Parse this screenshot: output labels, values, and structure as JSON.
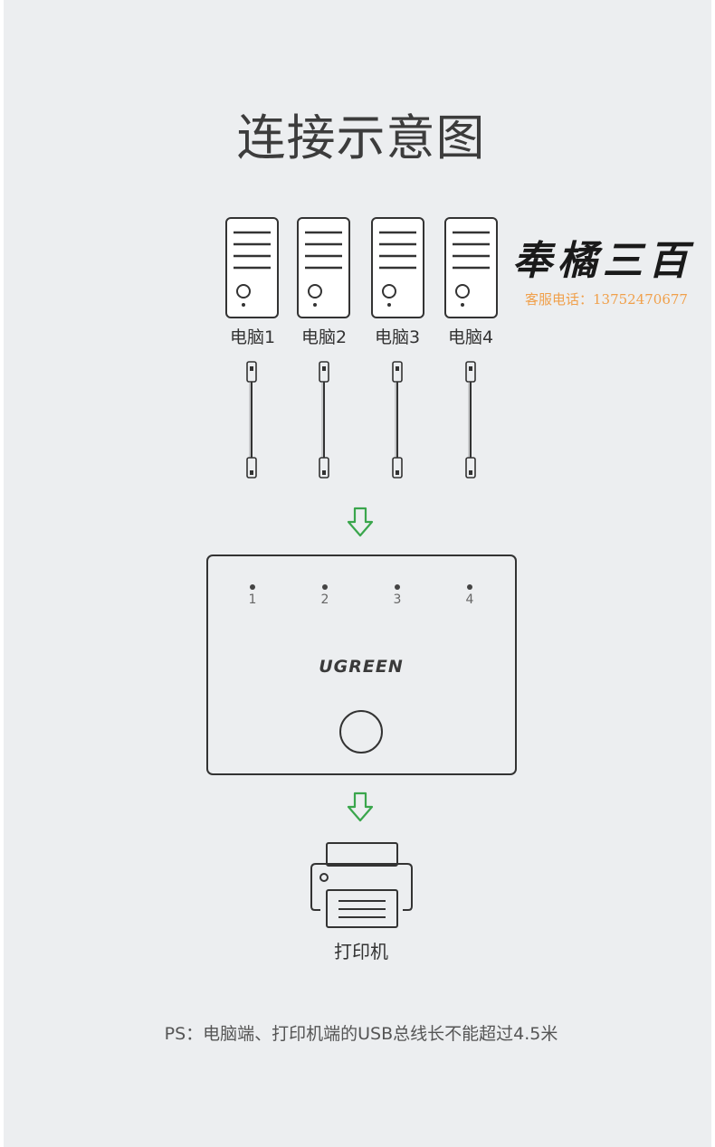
{
  "title": "连接示意图",
  "computers": [
    {
      "label": "电脑1"
    },
    {
      "label": "电脑2"
    },
    {
      "label": "电脑3"
    },
    {
      "label": "电脑4"
    }
  ],
  "switch": {
    "ports": [
      "1",
      "2",
      "3",
      "4"
    ],
    "brand": "UGREEN"
  },
  "printer": {
    "label": "打印机"
  },
  "note": "PS：电脑端、打印机端的USB总线长不能超过4.5米",
  "watermark": {
    "seal_text": "奉橘三百",
    "phone_text": "客服电话：13752470677"
  },
  "colors": {
    "background": "#eceef0",
    "line": "#333333",
    "arrow": "#3aa64c",
    "phone": "#f0a04b"
  },
  "icons": [
    "desktop-tower-icon",
    "usb-cable-icon",
    "down-arrow-icon",
    "usb-switch-icon",
    "printer-icon"
  ]
}
